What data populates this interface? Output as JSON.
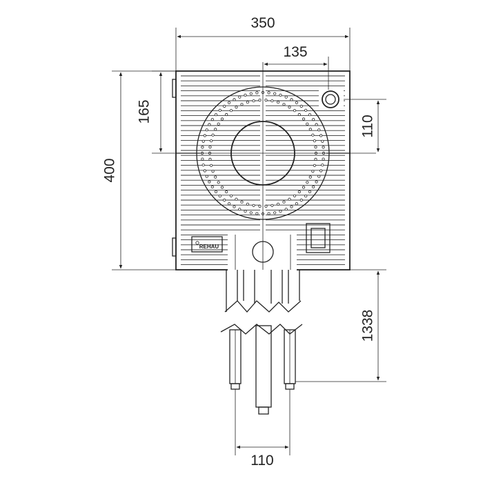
{
  "drawing": {
    "dimensions": {
      "width_total": "350",
      "offset_top": "135",
      "height_upper": "165",
      "height_total": "400",
      "offset_side": "110",
      "depth": "1338",
      "foot_spacing": "110"
    },
    "logo_text": "REHAU"
  }
}
